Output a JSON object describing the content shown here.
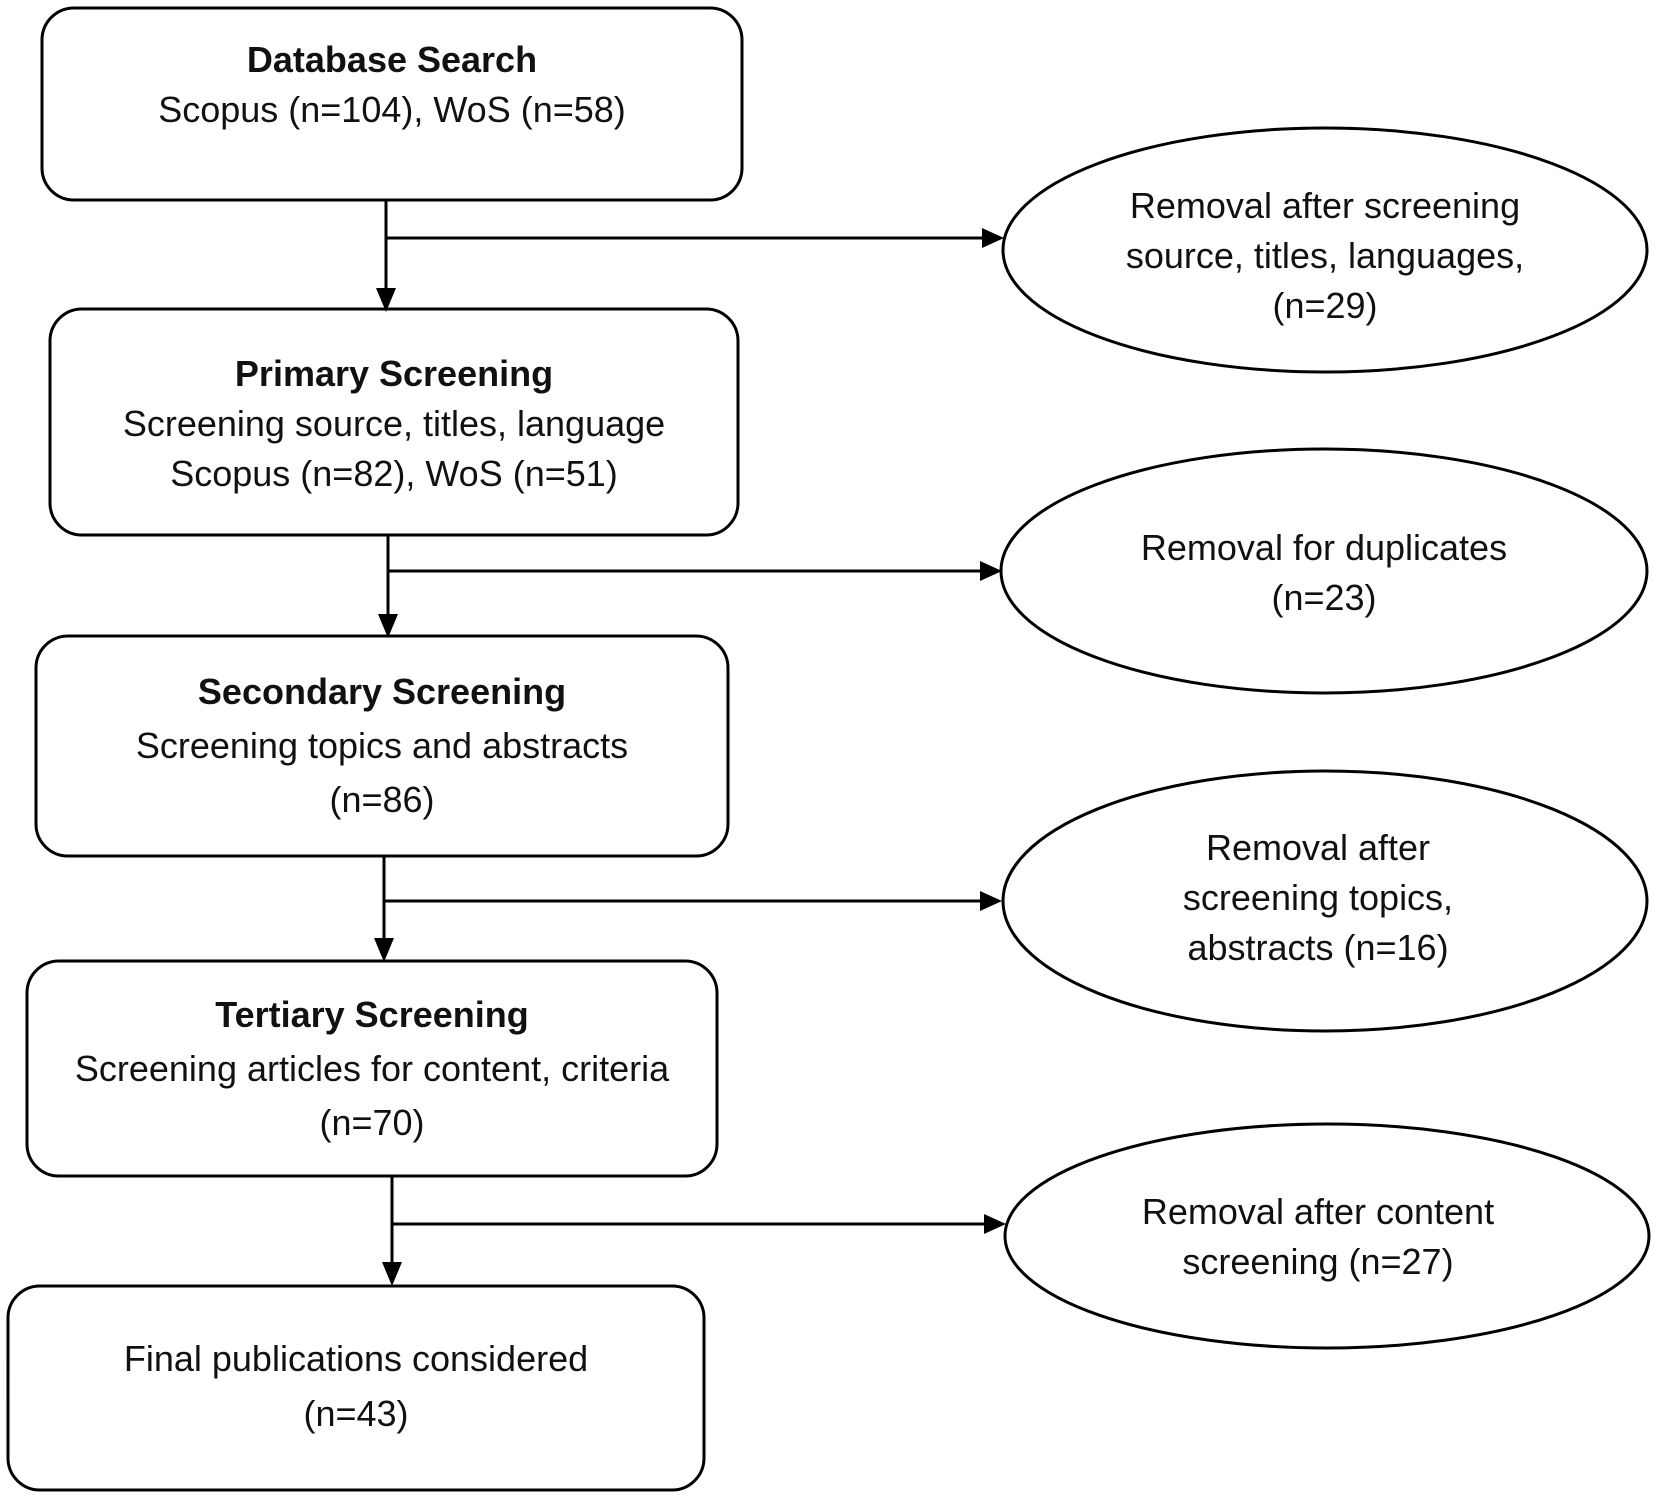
{
  "steps": [
    {
      "title": "Database Search",
      "lines": [
        "Scopus (n=104), WoS (n=58)"
      ]
    },
    {
      "title": "Primary Screening",
      "lines": [
        "Screening source, titles, language",
        "Scopus (n=82), WoS (n=51)"
      ]
    },
    {
      "title": "Secondary Screening",
      "lines": [
        "Screening topics and abstracts",
        "(n=86)"
      ]
    },
    {
      "title": "Tertiary Screening",
      "lines": [
        "Screening articles for content, criteria",
        "(n=70)"
      ]
    },
    {
      "title": "",
      "lines": [
        "Final publications considered",
        "(n=43)"
      ]
    }
  ],
  "removals": [
    {
      "lines": [
        "Removal after screening",
        "source, titles, languages,",
        "(n=29)"
      ]
    },
    {
      "lines": [
        "Removal for duplicates",
        "(n=23)"
      ]
    },
    {
      "lines": [
        "Removal after",
        "screening topics,",
        "abstracts (n=16)"
      ]
    },
    {
      "lines": [
        "Removal after content",
        "screening (n=27)"
      ]
    }
  ]
}
